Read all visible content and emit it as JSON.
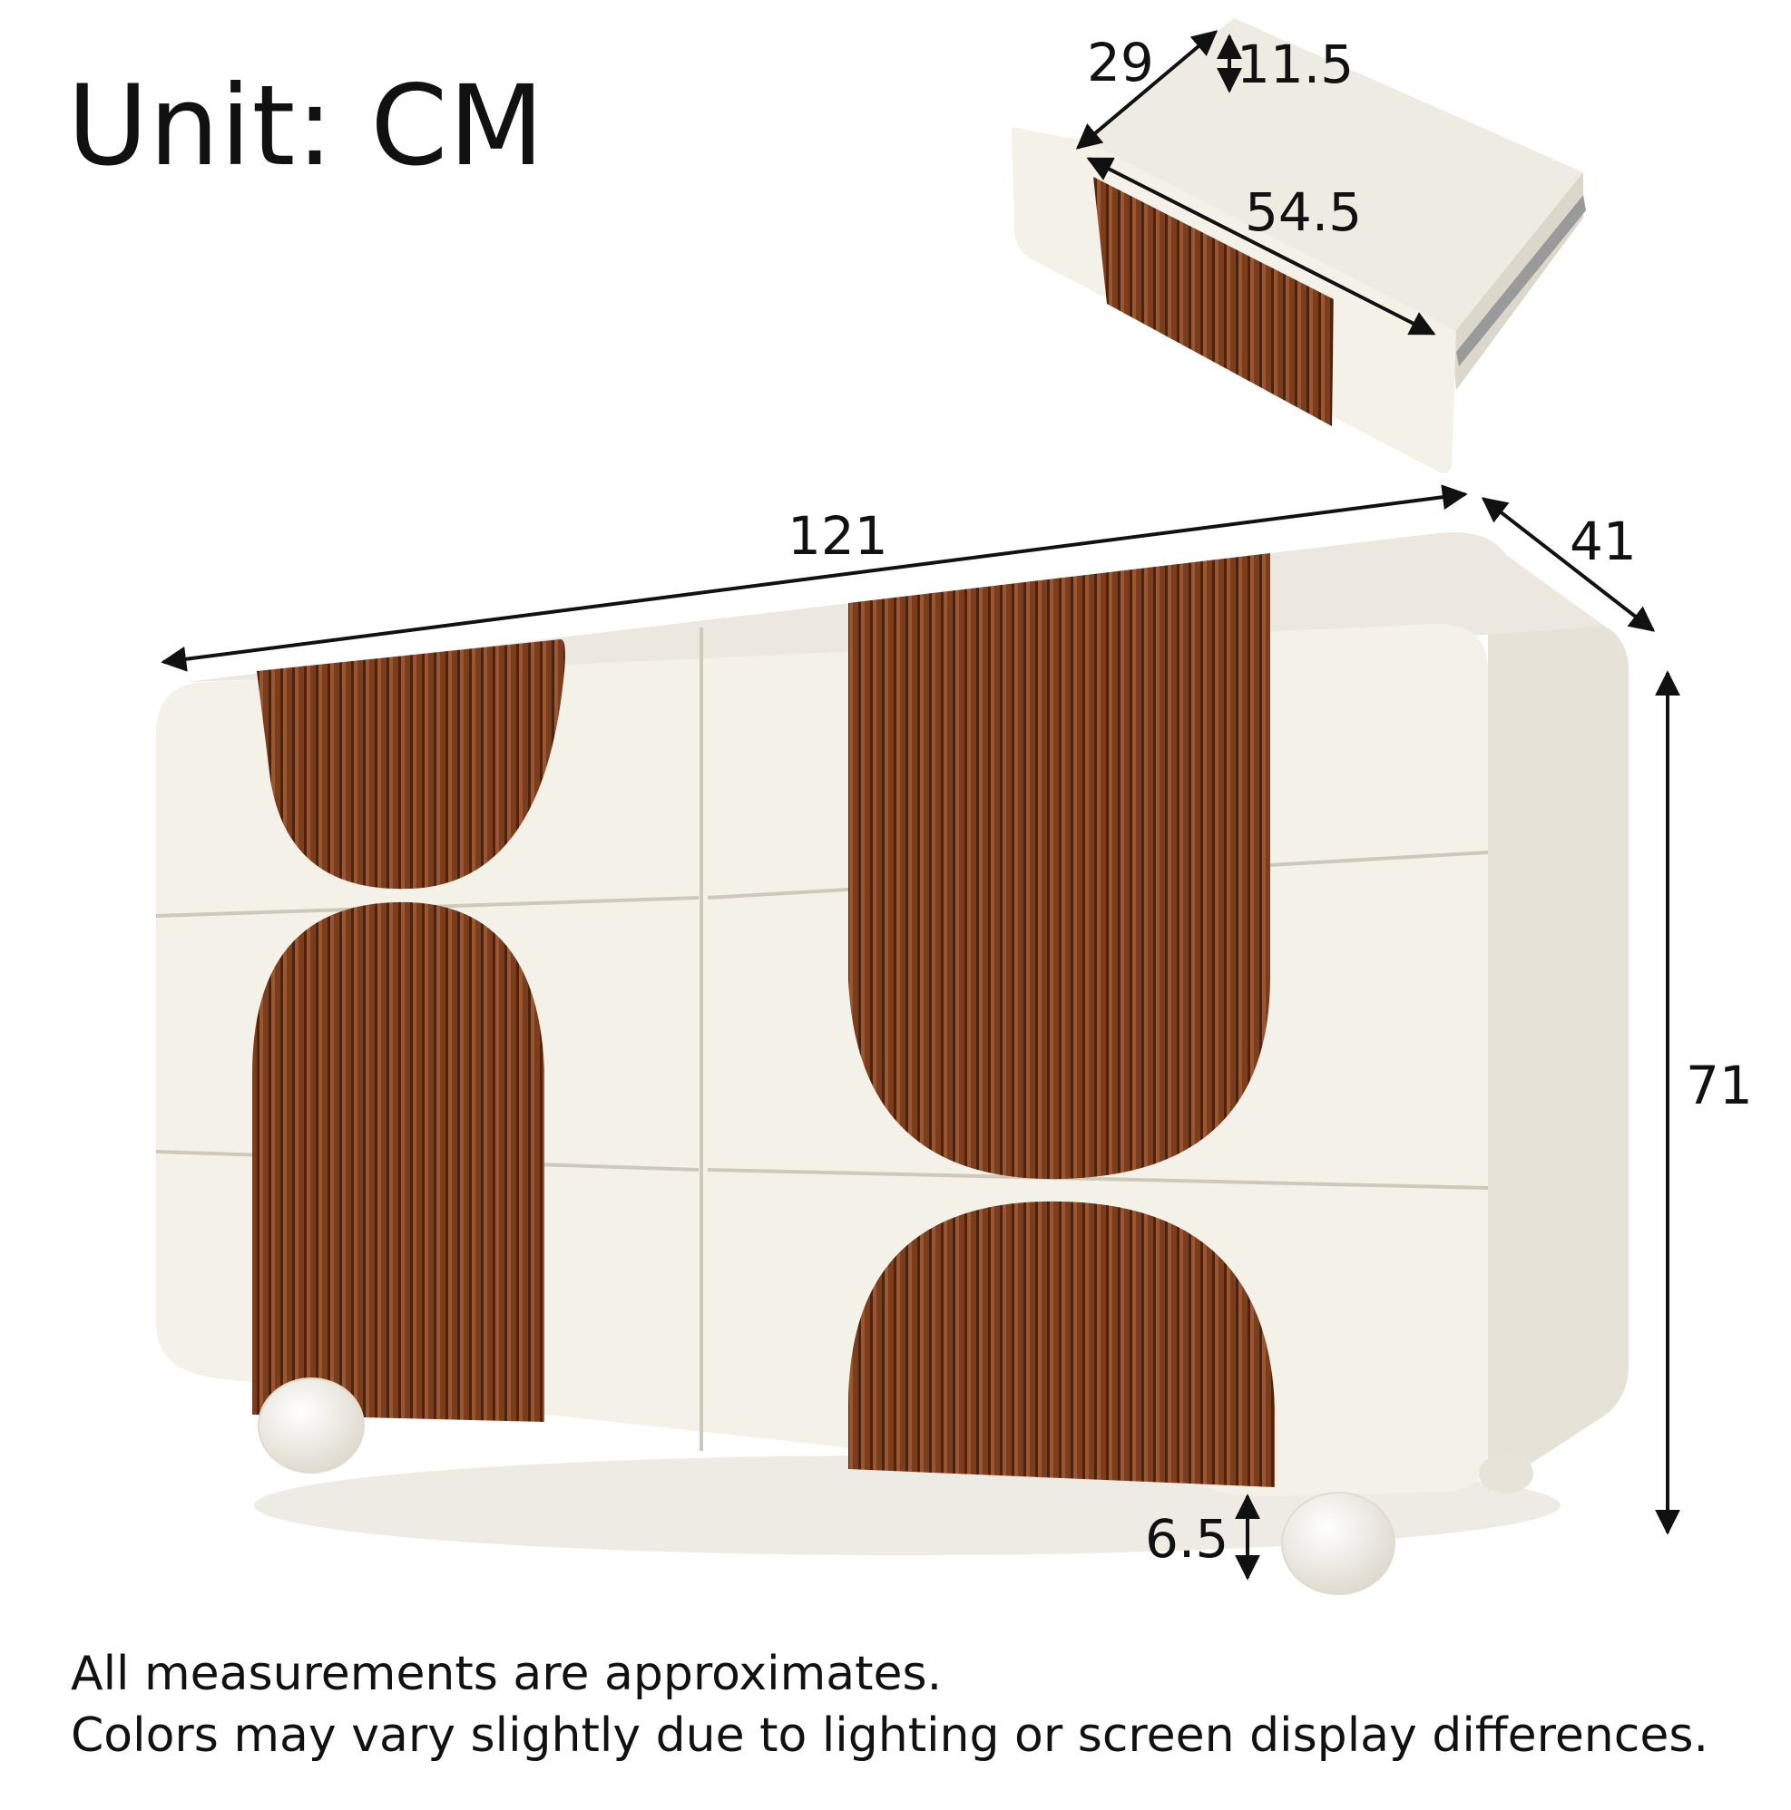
{
  "header": {
    "unit": "Unit: CM"
  },
  "dimensions": {
    "drawer_depth": "29",
    "drawer_height": "11.5",
    "drawer_width": "54.5",
    "total_width": "121",
    "total_depth": "41",
    "total_height": "71",
    "foot_height": "6.5"
  },
  "notes": {
    "line1": "All measurements are approximates.",
    "line2": "Colors may vary slightly due to lighting or screen display differences."
  },
  "colors": {
    "body": "#f4f1e9",
    "body_shadow": "#e3dfd4",
    "wood": "#7a3e1e",
    "wood_dark": "#4e230e",
    "wood_light": "#9a5630",
    "arrow": "#111111"
  }
}
